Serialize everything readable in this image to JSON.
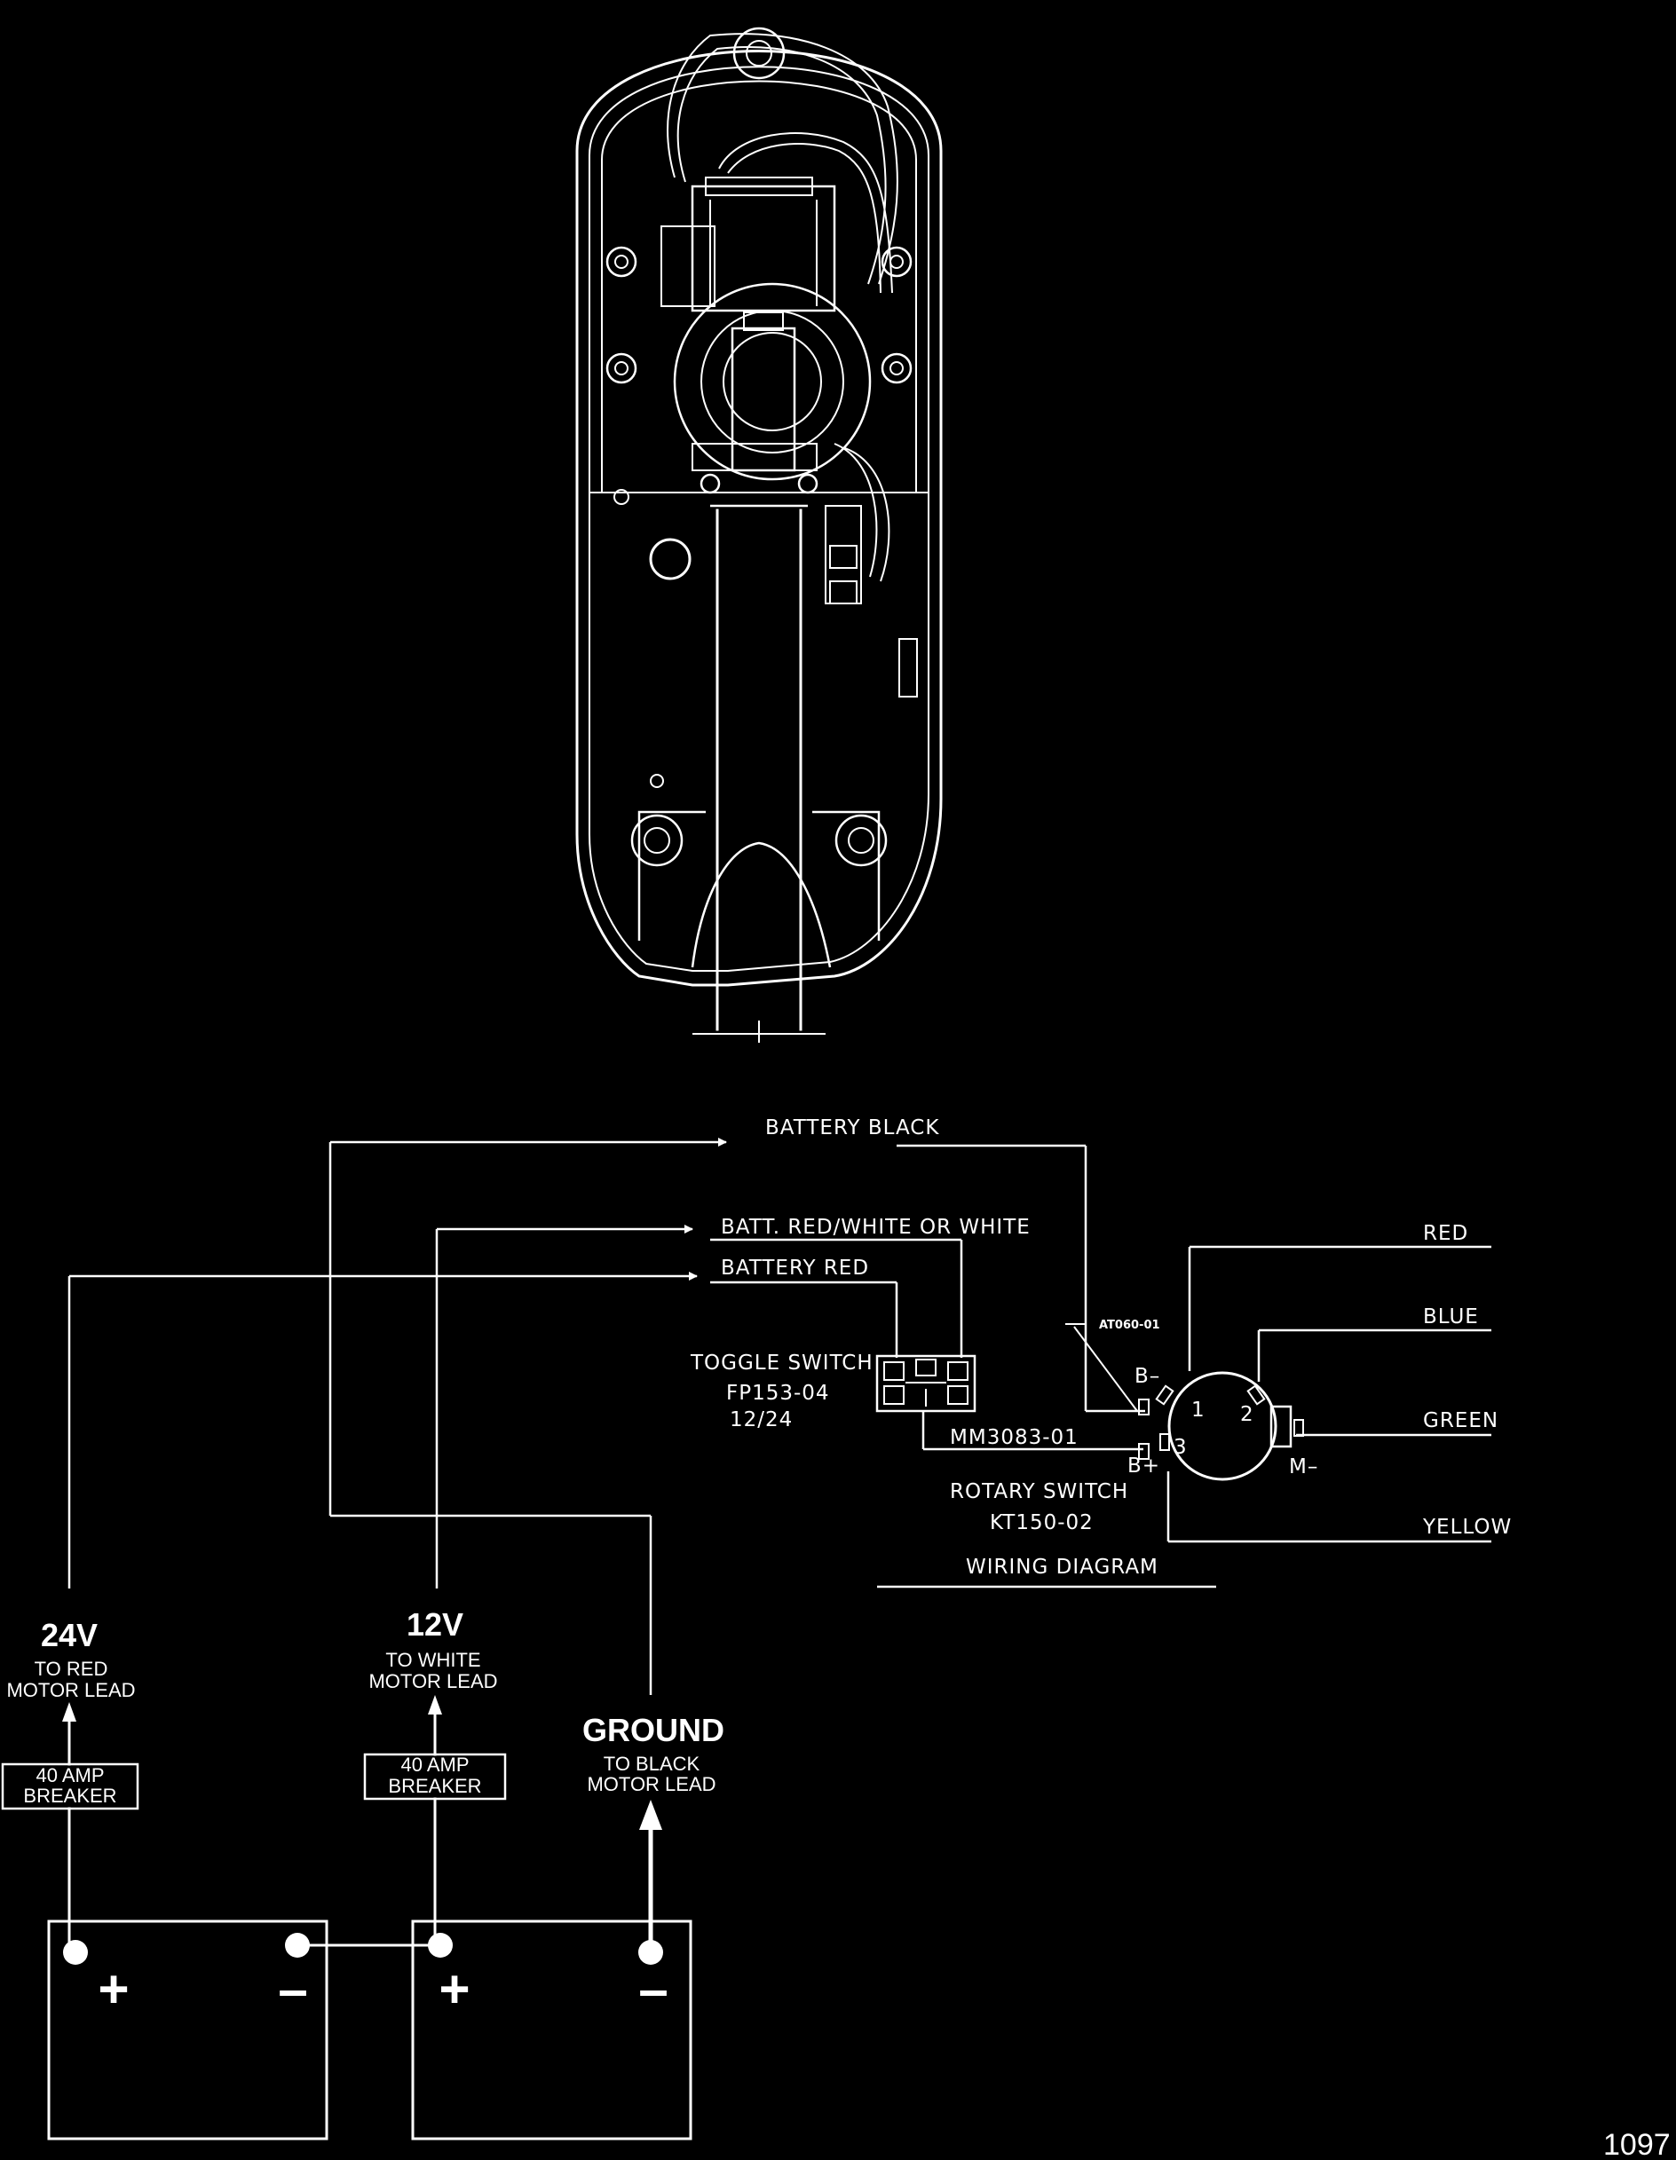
{
  "title": "WIRING DIAGRAM",
  "wire_labels": {
    "battery_black": "BATTERY BLACK",
    "batt_red_white": "BATT. RED/WHITE OR WHITE",
    "battery_red": "BATTERY RED",
    "red": "RED",
    "blue": "BLUE",
    "green": "GREEN",
    "yellow": "YELLOW",
    "mm3083": "MM3083-01",
    "at060": "AT060-01"
  },
  "toggle_switch": {
    "label": "TOGGLE SWITCH",
    "part": "FP153-04",
    "voltage": "12/24"
  },
  "rotary_switch": {
    "label": "ROTARY SWITCH",
    "part": "KT150-02",
    "terminal_b_minus": "B–",
    "terminal_b_plus": "B+",
    "terminal_m_minus": "M–",
    "pos1": "1",
    "pos2": "2",
    "pos3": "3"
  },
  "connections": {
    "v24": {
      "voltage": "24V",
      "line1": "TO RED",
      "line2": "MOTOR LEAD"
    },
    "v12": {
      "voltage": "12V",
      "line1": "TO WHITE",
      "line2": "MOTOR LEAD"
    },
    "ground": {
      "voltage": "GROUND",
      "line1": "TO BLACK",
      "line2": "MOTOR LEAD"
    }
  },
  "breakers": [
    {
      "line1": "40 AMP",
      "line2": "BREAKER"
    },
    {
      "line1": "40 AMP",
      "line2": "BREAKER"
    }
  ],
  "battery_symbols": {
    "plus": "+",
    "minus": "–"
  },
  "page_number": "1097",
  "colors": {
    "background": "#000000",
    "ink": "#ffffff"
  }
}
